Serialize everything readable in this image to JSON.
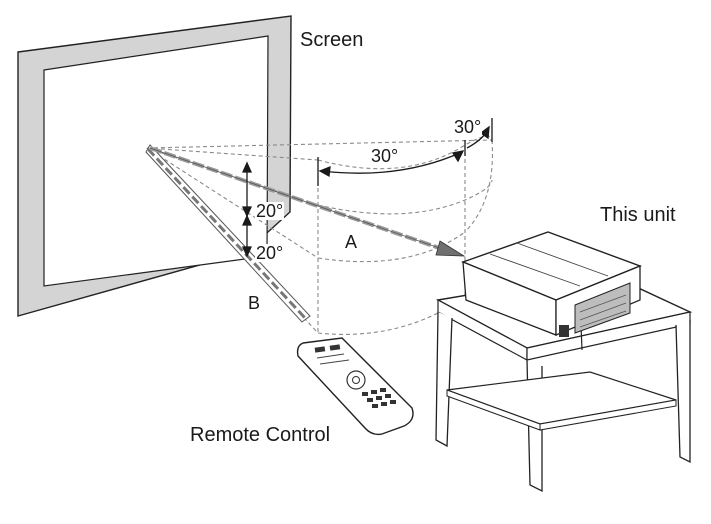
{
  "labels": {
    "screen": "Screen",
    "this_unit": "This unit",
    "remote_control": "Remote Control",
    "angle_horizontal_top": "30°",
    "angle_horizontal": "30°",
    "angle_vertical_upper": "20°",
    "angle_vertical_lower": "20°",
    "beam_a": "A",
    "beam_b": "B"
  }
}
